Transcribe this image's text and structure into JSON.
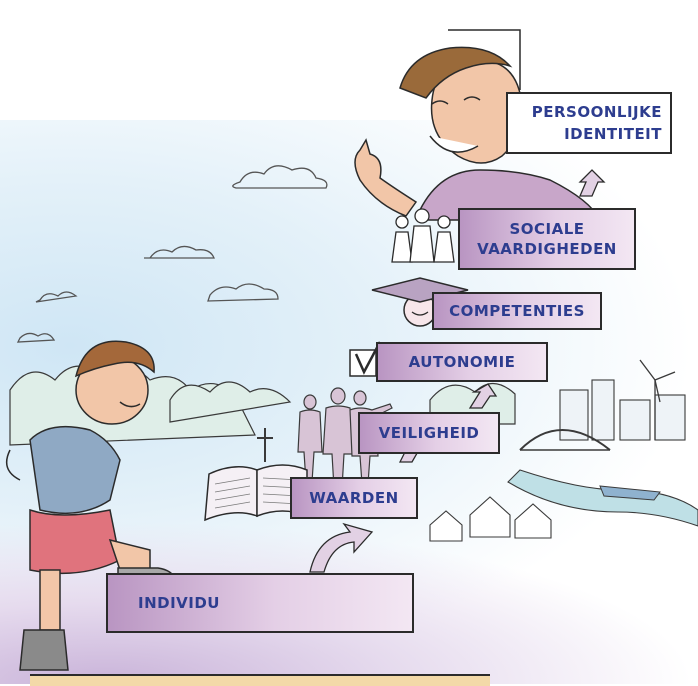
{
  "steps": {
    "individu": "INDIVIDU",
    "waarden": "WAARDEN",
    "veiligheid": "VEILIGHEID",
    "autonomie": "AUTONOMIE",
    "competenties": "COMPETENTIES",
    "sociale_line1": "SOCIALE",
    "sociale_line2": "VAARDIGHEDEN",
    "persoonlijke_line1": "PERSOONLIJKE",
    "persoonlijke_line2": "IDENTITEIT"
  },
  "colors": {
    "label_text": "#2d3d8f",
    "step_fill": "#d9bfdd",
    "outline": "#2b2b2b",
    "shirt_purple": "#c8a6c9",
    "boy_shirt": "#8fa9c4",
    "boy_shorts": "#e0737d"
  },
  "icons": [
    "book-icon",
    "cross-icon",
    "checkmark-icon",
    "graduation-cap-icon",
    "people-group-icon",
    "wind-turbine-icon",
    "bridge-icon",
    "thumbs-up-icon",
    "arrow-up-icon"
  ]
}
